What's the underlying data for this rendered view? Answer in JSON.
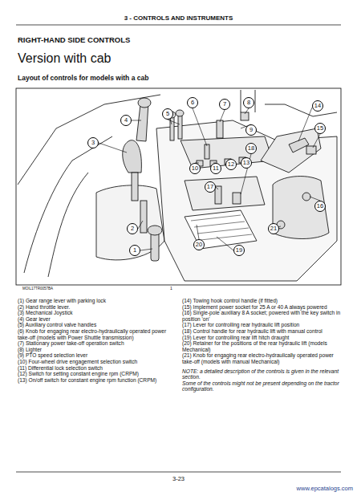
{
  "diagram": {
    "title": "RIGHT-HAND SIDE CONTROLS",
    "nodes": [
      {
        "text": [
          "1"
        ]
      },
      {
        "text": [
          "2"
        ]
      },
      {
        "text": [
          "3"
        ]
      },
      {
        "text": [
          "4"
        ]
      },
      {
        "text": [
          "5"
        ]
      },
      {
        "text": [
          "6"
        ]
      },
      {
        "text": [
          "7"
        ]
      },
      {
        "text": [
          "8"
        ]
      },
      {
        "text": [
          "9"
        ]
      },
      {
        "text": [
          "10"
        ]
      },
      {
        "text": [
          "11"
        ]
      },
      {
        "text": [
          "12"
        ]
      },
      {
        "text": [
          "13"
        ]
      },
      {
        "text": [
          "14"
        ]
      },
      {
        "text": [
          "15"
        ]
      },
      {
        "text": [
          "16"
        ]
      },
      {
        "text": [
          "17"
        ]
      },
      {
        "text": [
          "18"
        ]
      },
      {
        "text": [
          "19"
        ]
      },
      {
        "text": [
          "20"
        ]
      },
      {
        "text": [
          "21"
        ]
      }
    ],
    "labels": [
      "3 - CONTROLS AND INSTRUMENTS",
      "Version with cab",
      "Layout of controls for models with a cab",
      "MOIL17TR0057BA",
      "1",
      "(1) Gear range lever with parking lock",
      "(2) Hand throttle lever.",
      "(3) Mechanical Joystick",
      "(4) Gear lever",
      "(5) Auxiliary control valve handles",
      "(6) Knob for engaging rear electro-hydraulically operated power take-off (models with Power Shuttle transmission)",
      "(7) Stationary power take-off operation switch",
      "(8) Lighter",
      "(9) PTO speed selection lever",
      "(10) Four-wheel drive engagement selection switch",
      "(11) Differential lock selection switch",
      "(12) Switch for setting constant engine rpm (CRPM)",
      "(13) On/off switch for constant engine rpm function (CRPM)",
      "(14) Towing hook control handle (if fitted)",
      "(15) Implement power socket for 25 A or 40 A always powered",
      "(16) Single-pole auxiliary 8 A socket; powered with the key switch in position 'on'",
      "(17) Lever for controlling rear hydraulic lift position",
      "(18) Control handle for rear hydraulic lift with manual control",
      "(19) Lever for controlling rear lift hitch draught",
      "(20) Retainer for the positions of the rear hydraulic lift (models Mechanical)",
      "(21) Knob for engaging rear electro-hydraulically operated power take-off (models with manual Mechanical)",
      "NOTE: a detailed description of the controls is given in the relevant section.",
      "Some of the controls might not be present depending on the tractor configuration.",
      "3-23",
      "www.epcatalogs.com"
    ]
  }
}
